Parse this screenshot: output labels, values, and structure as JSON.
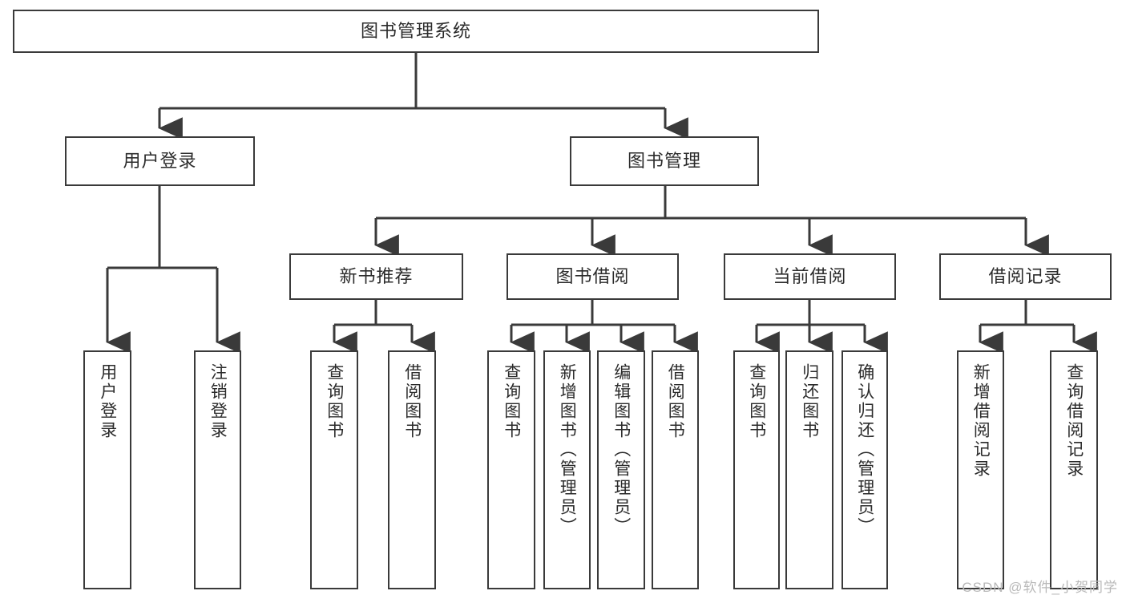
{
  "diagram": {
    "title": "图书管理系统",
    "type": "tree",
    "orientation": "top-down",
    "colors": {
      "background": "#ffffff",
      "node_fill": "#ffffff",
      "node_border": "#3a3a3a",
      "connector": "#3a3a3a",
      "text": "#2b2b2b",
      "watermark": "#b9b9b9"
    }
  },
  "root": {
    "label": "图书管理系统"
  },
  "level2": [
    {
      "label": "用户登录"
    },
    {
      "label": "图书管理"
    }
  ],
  "level3": [
    {
      "label": "新书推荐"
    },
    {
      "label": "图书借阅"
    },
    {
      "label": "当前借阅"
    },
    {
      "label": "借阅记录"
    }
  ],
  "leaves": {
    "user_login": [
      {
        "label": "用户登录"
      },
      {
        "label": "注销登录"
      }
    ],
    "new_book_recommend": [
      {
        "label": "查询图书"
      },
      {
        "label": "借阅图书"
      }
    ],
    "book_borrow": [
      {
        "label": "查询图书"
      },
      {
        "label": "新增图书（管理员）"
      },
      {
        "label": "编辑图书（管理员）"
      },
      {
        "label": "借阅图书"
      }
    ],
    "current_borrow": [
      {
        "label": "查询图书"
      },
      {
        "label": "归还图书"
      },
      {
        "label": "确认归还（管理员）"
      }
    ],
    "borrow_record": [
      {
        "label": "新增借阅记录"
      },
      {
        "label": "查询借阅记录"
      }
    ]
  },
  "watermark": {
    "text": "CSDN @软件_小贺同学"
  }
}
